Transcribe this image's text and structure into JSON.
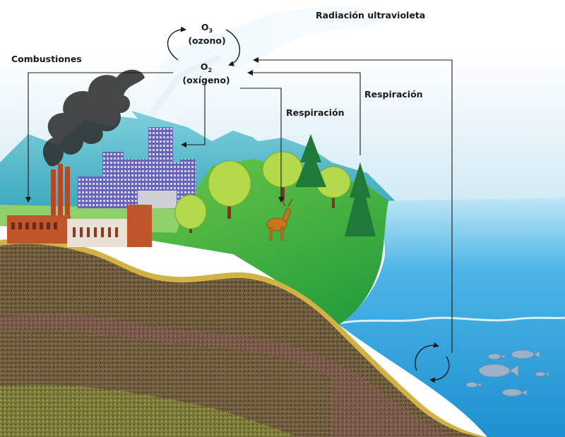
{
  "labels": {
    "uv": "Radiación ultravioleta",
    "combustion": "Combustiones",
    "respiration_land": "Respiración",
    "respiration_sea": "Respiración",
    "ozone_formula": "O",
    "ozone_sub": "3",
    "ozone_name": "(ozono)",
    "oxygen_formula": "O",
    "oxygen_sub": "2",
    "oxygen_name": "(oxígeno)"
  },
  "colors": {
    "sky_top": "#ffffff",
    "sky_bottom": "#2a9fd8",
    "mountains": "#62b9c9",
    "grass": "#3db53a",
    "sea": "#2aa3dc",
    "soil": "#8a6a3a",
    "arrow": "#1a1a1a"
  },
  "icons": [
    "factory-icon",
    "city-icon",
    "tree-icon",
    "deer-icon",
    "fish-icon",
    "smoke-icon",
    "cloud-icon"
  ]
}
